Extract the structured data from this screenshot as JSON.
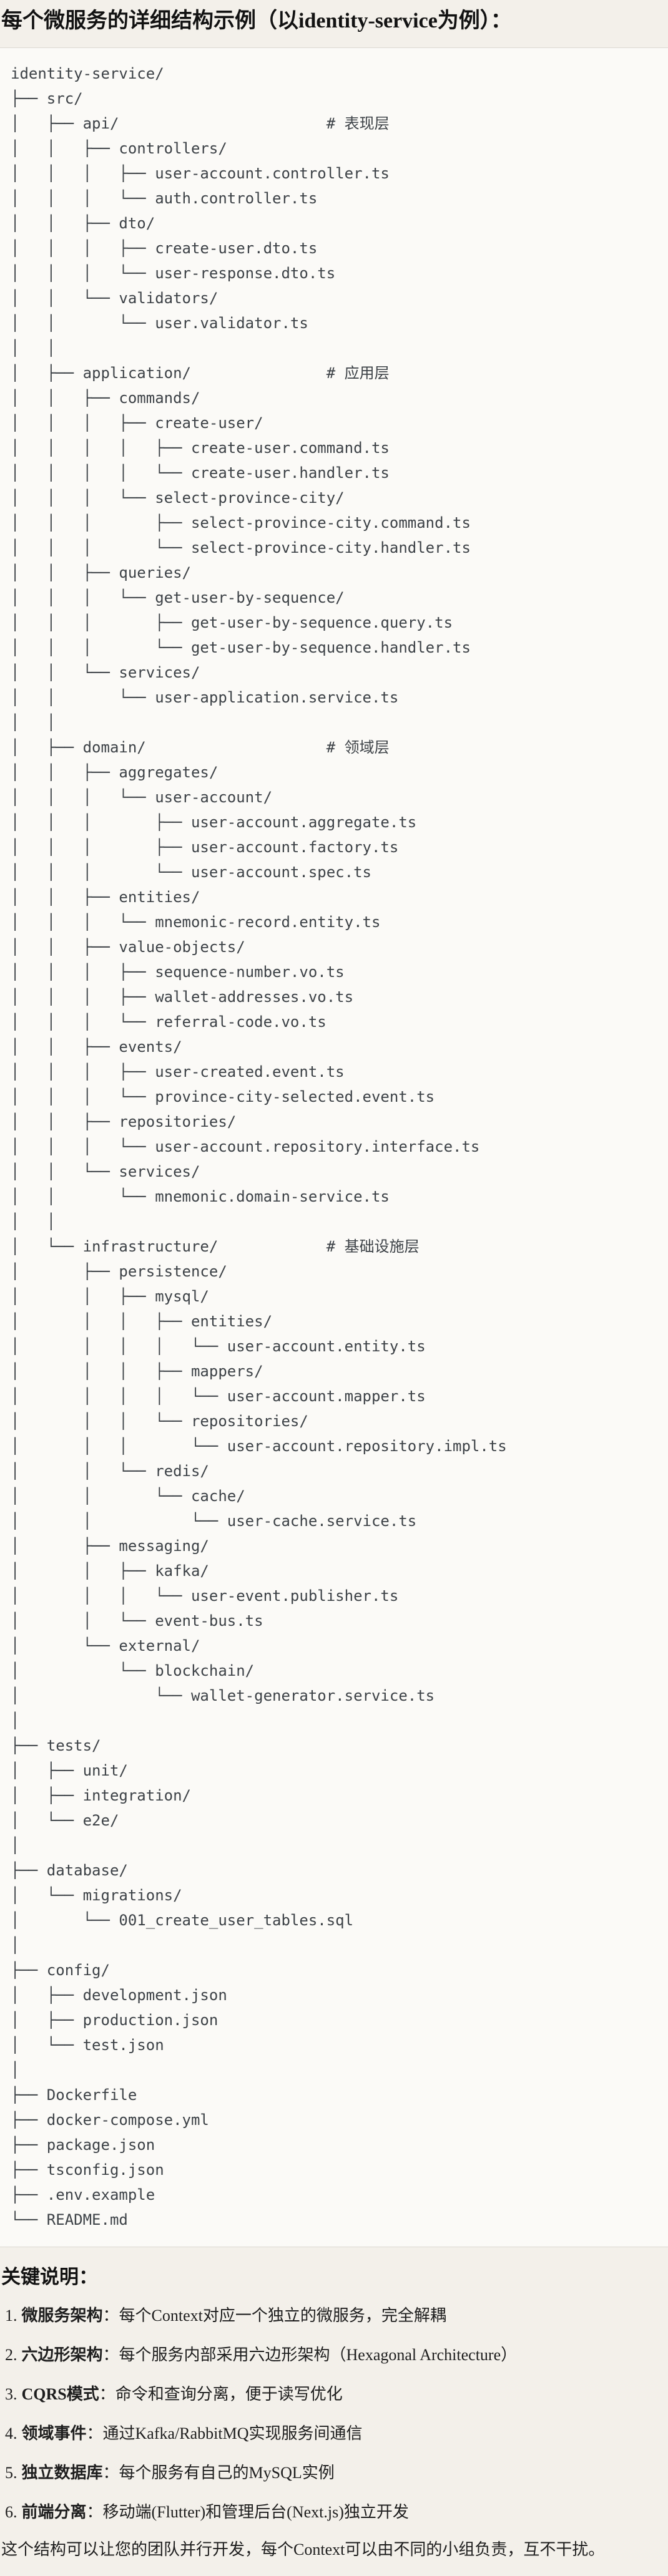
{
  "title": "每个微服务的详细结构示例（以identity-service为例）：",
  "tree": "identity-service/\n├── src/\n│   ├── api/                       # 表现层\n│   │   ├── controllers/\n│   │   │   ├── user-account.controller.ts\n│   │   │   └── auth.controller.ts\n│   │   ├── dto/\n│   │   │   ├── create-user.dto.ts\n│   │   │   └── user-response.dto.ts\n│   │   └── validators/\n│   │       └── user.validator.ts\n│   │\n│   ├── application/               # 应用层\n│   │   ├── commands/\n│   │   │   ├── create-user/\n│   │   │   │   ├── create-user.command.ts\n│   │   │   │   └── create-user.handler.ts\n│   │   │   └── select-province-city/\n│   │   │       ├── select-province-city.command.ts\n│   │   │       └── select-province-city.handler.ts\n│   │   ├── queries/\n│   │   │   └── get-user-by-sequence/\n│   │   │       ├── get-user-by-sequence.query.ts\n│   │   │       └── get-user-by-sequence.handler.ts\n│   │   └── services/\n│   │       └── user-application.service.ts\n│   │\n│   ├── domain/                    # 领域层\n│   │   ├── aggregates/\n│   │   │   └── user-account/\n│   │   │       ├── user-account.aggregate.ts\n│   │   │       ├── user-account.factory.ts\n│   │   │       └── user-account.spec.ts\n│   │   ├── entities/\n│   │   │   └── mnemonic-record.entity.ts\n│   │   ├── value-objects/\n│   │   │   ├── sequence-number.vo.ts\n│   │   │   ├── wallet-addresses.vo.ts\n│   │   │   └── referral-code.vo.ts\n│   │   ├── events/\n│   │   │   ├── user-created.event.ts\n│   │   │   └── province-city-selected.event.ts\n│   │   ├── repositories/\n│   │   │   └── user-account.repository.interface.ts\n│   │   └── services/\n│   │       └── mnemonic.domain-service.ts\n│   │\n│   └── infrastructure/            # 基础设施层\n│       ├── persistence/\n│       │   ├── mysql/\n│       │   │   ├── entities/\n│       │   │   │   └── user-account.entity.ts\n│       │   │   ├── mappers/\n│       │   │   │   └── user-account.mapper.ts\n│       │   │   └── repositories/\n│       │   │       └── user-account.repository.impl.ts\n│       │   └── redis/\n│       │       └── cache/\n│       │           └── user-cache.service.ts\n│       ├── messaging/\n│       │   ├── kafka/\n│       │   │   └── user-event.publisher.ts\n│       │   └── event-bus.ts\n│       └── external/\n│           └── blockchain/\n│               └── wallet-generator.service.ts\n│\n├── tests/\n│   ├── unit/\n│   ├── integration/\n│   └── e2e/\n│\n├── database/\n│   └── migrations/\n│       └── 001_create_user_tables.sql\n│\n├── config/\n│   ├── development.json\n│   ├── production.json\n│   └── test.json\n│\n├── Dockerfile\n├── docker-compose.yml\n├── package.json\n├── tsconfig.json\n├── .env.example\n└── README.md",
  "notes": {
    "heading": "关键说明：",
    "items": [
      {
        "num": "1.",
        "label": "微服务架构",
        "text": "：每个Context对应一个独立的微服务，完全解耦"
      },
      {
        "num": "2.",
        "label": "六边形架构",
        "text": "：每个服务内部采用六边形架构（Hexagonal Architecture）"
      },
      {
        "num": "3.",
        "label": "CQRS模式",
        "text": "：命令和查询分离，便于读写优化"
      },
      {
        "num": "4.",
        "label": "领域事件",
        "text": "：通过Kafka/RabbitMQ实现服务间通信"
      },
      {
        "num": "5.",
        "label": "独立数据库",
        "text": "：每个服务有自己的MySQL实例"
      },
      {
        "num": "6.",
        "label": "前端分离",
        "text": "：移动端(Flutter)和管理后台(Next.js)独立开发"
      }
    ],
    "footer": "这个结构可以让您的团队并行开发，每个Context可以由不同的小组负责，互不干扰。"
  },
  "colors": {
    "page_bg": "#f3f0ea",
    "code_bg": "#fbfaf7",
    "border": "#dbd8d2",
    "code_text": "#3d4247",
    "body_text": "#1e1e1e"
  }
}
